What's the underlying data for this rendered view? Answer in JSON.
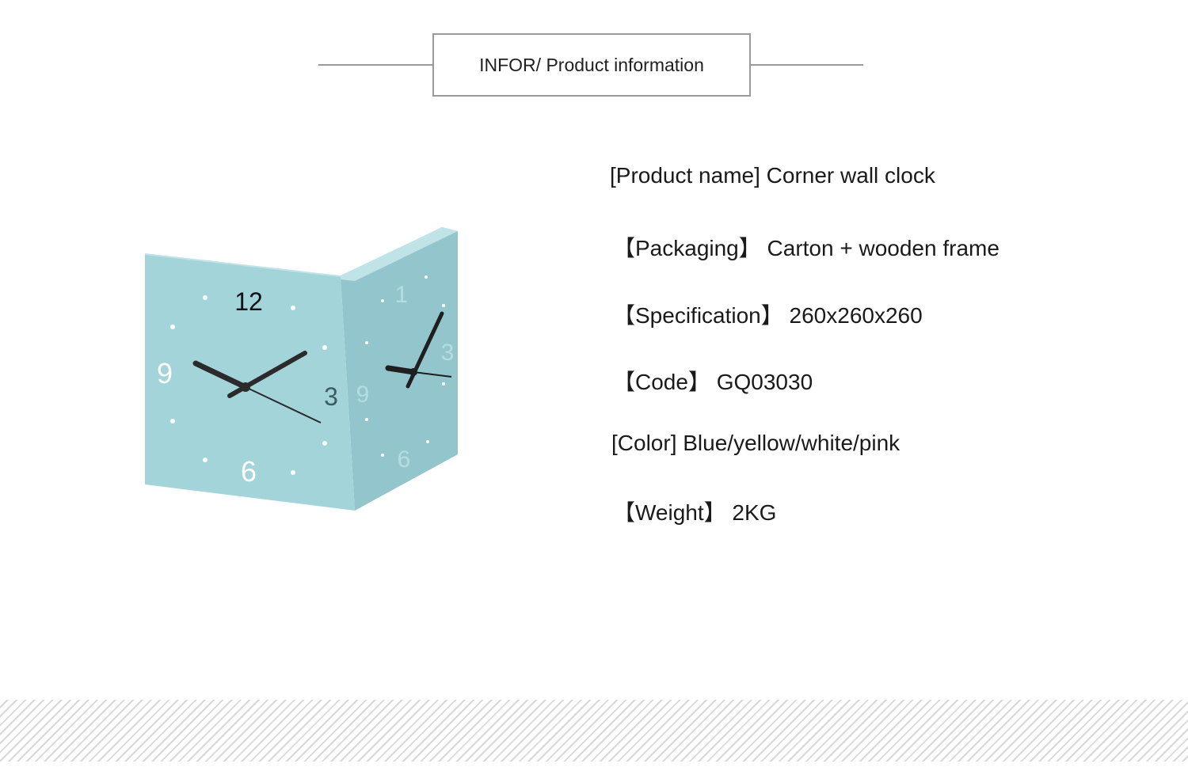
{
  "header": {
    "title": "INFOR/ Product information"
  },
  "product_image": {
    "color": "#a3d4da",
    "left_face": {
      "numerals": [
        "12",
        "3",
        "6",
        "9"
      ]
    },
    "right_face": {
      "numerals": [
        "1",
        "3",
        "6",
        "9"
      ]
    }
  },
  "specs": [
    {
      "text": "[Product name] Corner wall clock"
    },
    {
      "text": "【Packaging】 Carton + wooden frame"
    },
    {
      "text": "【Specification】 260x260x260"
    },
    {
      "text": "【Code】 GQ03030"
    },
    {
      "text": "[Color] Blue/yellow/white/pink"
    },
    {
      "text": "【Weight】 2KG"
    }
  ]
}
